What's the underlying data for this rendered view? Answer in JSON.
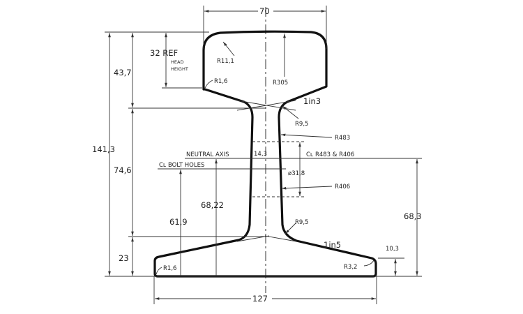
{
  "title": "Rail cross-section profile",
  "dimensions": {
    "head_width": "70",
    "overall_height": "141,3",
    "head_depth": "43,7",
    "web_depth": "74,6",
    "base_depth": "23",
    "head_height_ref": "32 REF",
    "head_height_label_1": "HEAD",
    "head_height_label_2": "HEIGHT",
    "bolt_hole_height": "61,9",
    "neutral_axis_height": "68,22",
    "web_centre_height": "68,3",
    "base_edge_thickness": "10,3",
    "base_width": "127",
    "web_thickness": "14,3",
    "bolt_hole_diameter": "ø31,8"
  },
  "radii": {
    "head_corner": "R11,1",
    "head_underside": "R1,6",
    "crown": "R305",
    "web_top_fillet": "R9,5",
    "web_upper": "R483",
    "web_lower": "R406",
    "web_bottom_fillet": "R9,5",
    "base_right_corner": "R3,2",
    "base_left_corner": "R1,6"
  },
  "slopes": {
    "head": "1in3",
    "base": "1in5"
  },
  "axes": {
    "neutral_axis": "NEUTRAL AXIS",
    "bolt_holes": "Cʟ BOLT HOLES",
    "web_centre": "Cʟ R483 & R406"
  }
}
